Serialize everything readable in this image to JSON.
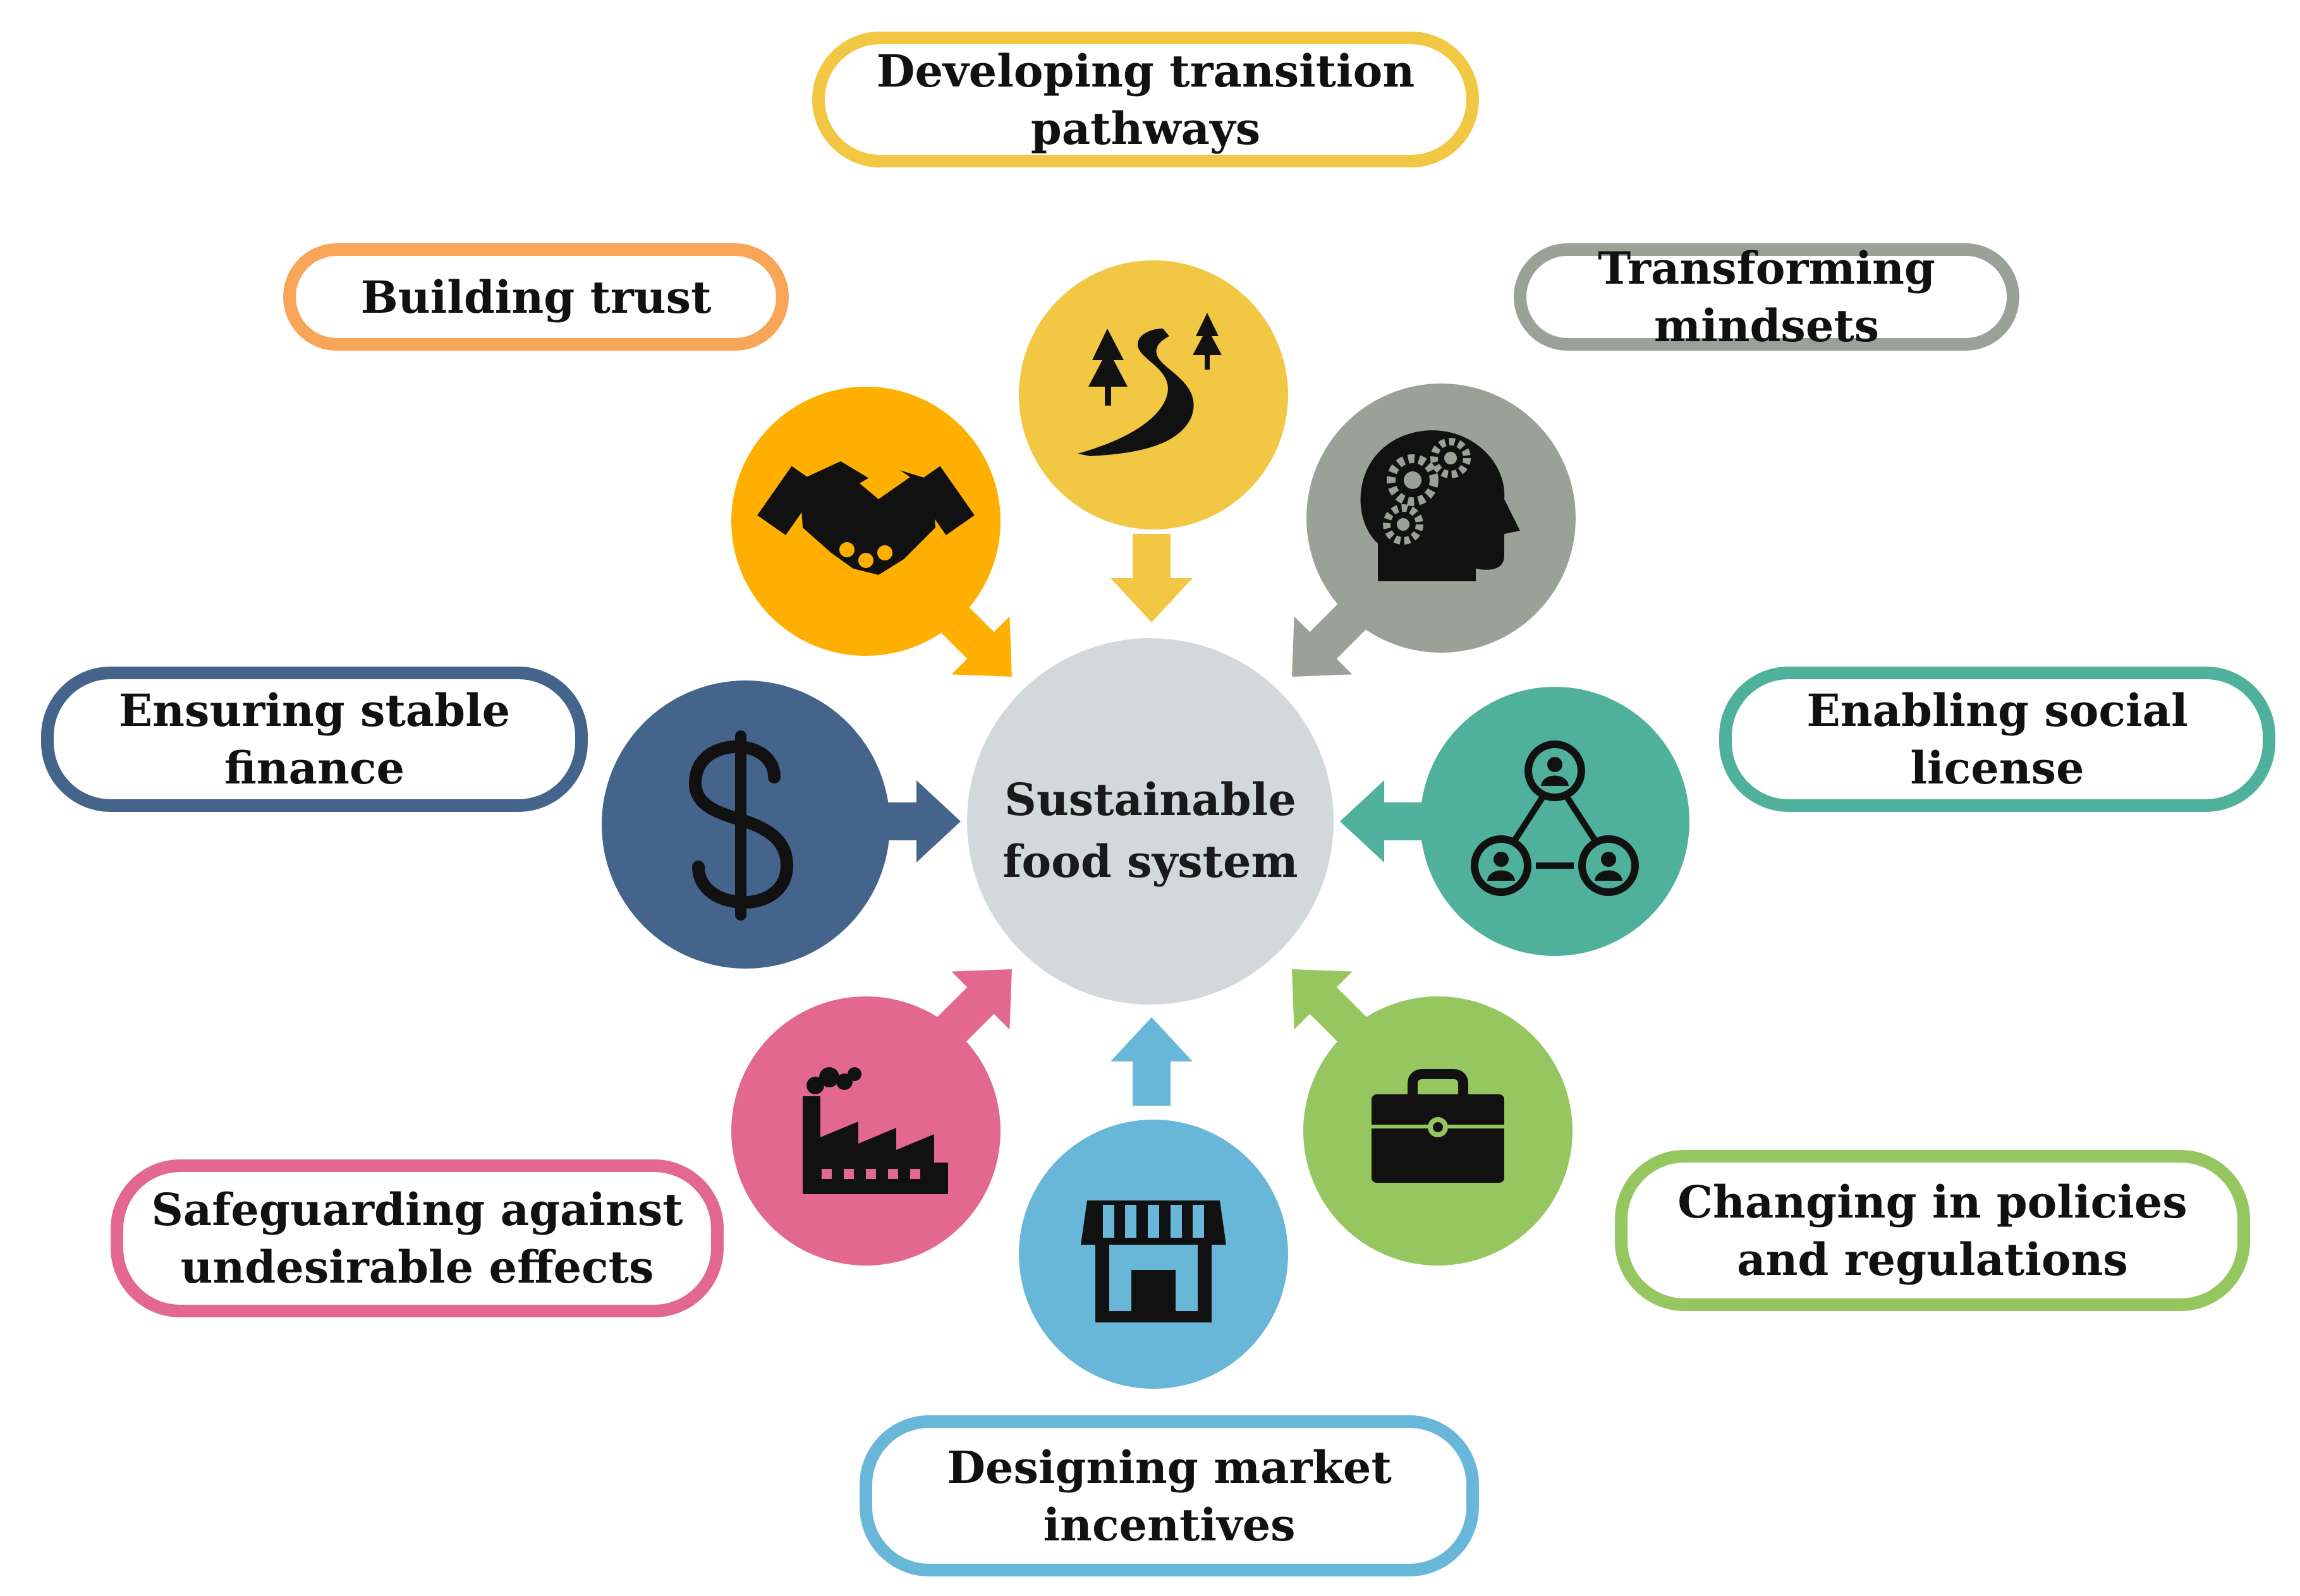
{
  "center": {
    "label": "Sustainable food system"
  },
  "colors": {
    "transition": "#F2C744",
    "trust": "#FFAF00",
    "mindsets": "#9AA197",
    "finance": "#44648C",
    "social": "#4FB19B",
    "effects": "#E36890",
    "market": "#69B7D8",
    "policies": "#96C65F",
    "center": "#D3D8DA"
  },
  "nodes": [
    {
      "id": "transition",
      "label": "Developing transition pathways",
      "icon": "road-with-trees-icon"
    },
    {
      "id": "trust",
      "label": "Building trust",
      "icon": "handshake-icon"
    },
    {
      "id": "mindsets",
      "label": "Transforming mindsets",
      "icon": "head-with-gears-icon"
    },
    {
      "id": "finance",
      "label": "Ensuring stable finance",
      "icon": "dollar-sign-icon"
    },
    {
      "id": "social",
      "label": "Enabling social license",
      "icon": "connected-people-icon"
    },
    {
      "id": "effects",
      "label": "Safeguarding against undesirable effects",
      "icon": "factory-icon"
    },
    {
      "id": "market",
      "label": "Designing market incentives",
      "icon": "storefront-icon"
    },
    {
      "id": "policies",
      "label": "Changing in policies and regulations",
      "icon": "briefcase-icon"
    }
  ]
}
